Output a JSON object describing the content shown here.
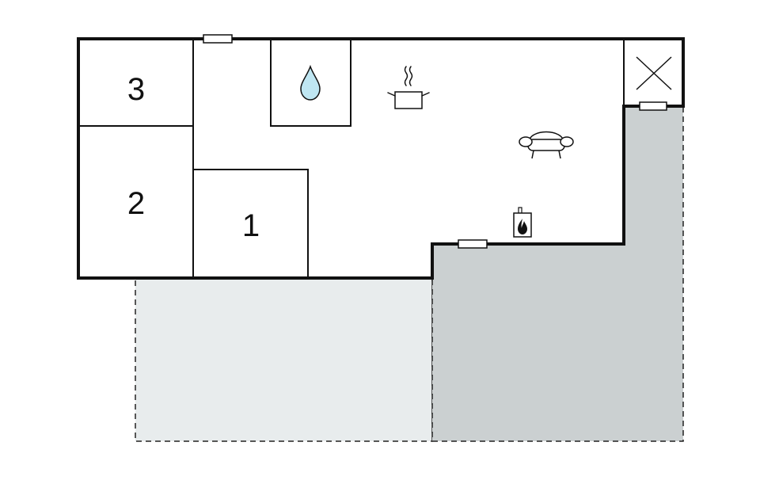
{
  "colors": {
    "wall": "#111111",
    "terrace_light": "#e8eced",
    "terrace_dark": "#cbd0d1",
    "water": "#bfe6f2",
    "background": "#ffffff"
  },
  "rooms": [
    {
      "id": "room-3",
      "label": "3"
    },
    {
      "id": "room-2",
      "label": "2"
    },
    {
      "id": "room-1",
      "label": "1"
    }
  ],
  "icons": [
    "water-drop-icon",
    "cooking-pot-icon",
    "sofa-icon",
    "fireplace-icon",
    "cross-box-icon"
  ]
}
